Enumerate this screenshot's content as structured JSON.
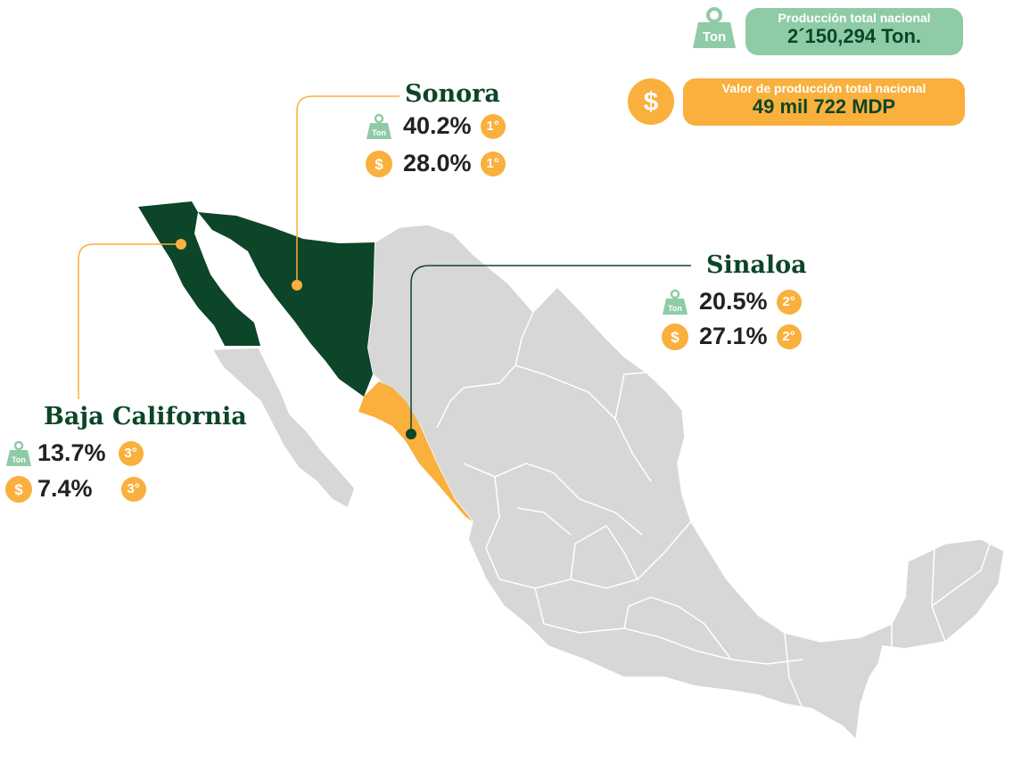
{
  "summary": {
    "weight_icon_text": "Ton",
    "production_label": "Producción total nacional",
    "production_value": "2´150,294 Ton.",
    "value_label": "Valor de producción total nacional",
    "value_value": "49 mil 722 MDP",
    "currency_symbol": "$"
  },
  "states": [
    {
      "name": "Sonora",
      "ton_pct": "40.2%",
      "ton_rank": "1°",
      "val_pct": "28.0%",
      "val_rank": "1°",
      "fill": "#0c4527"
    },
    {
      "name": "Sinaloa",
      "ton_pct": "20.5%",
      "ton_rank": "2°",
      "val_pct": "27.1%",
      "val_rank": "2°",
      "fill": "#f9b03d"
    },
    {
      "name": "Baja California",
      "ton_pct": "13.7%",
      "ton_rank": "3°",
      "val_pct": "7.4%",
      "val_rank": "3°",
      "fill": "#0c4527"
    }
  ],
  "colors": {
    "dark_green": "#0c4527",
    "light_green": "#8ecba6",
    "orange": "#f9b03d",
    "map_gray": "#d7d7d8"
  }
}
